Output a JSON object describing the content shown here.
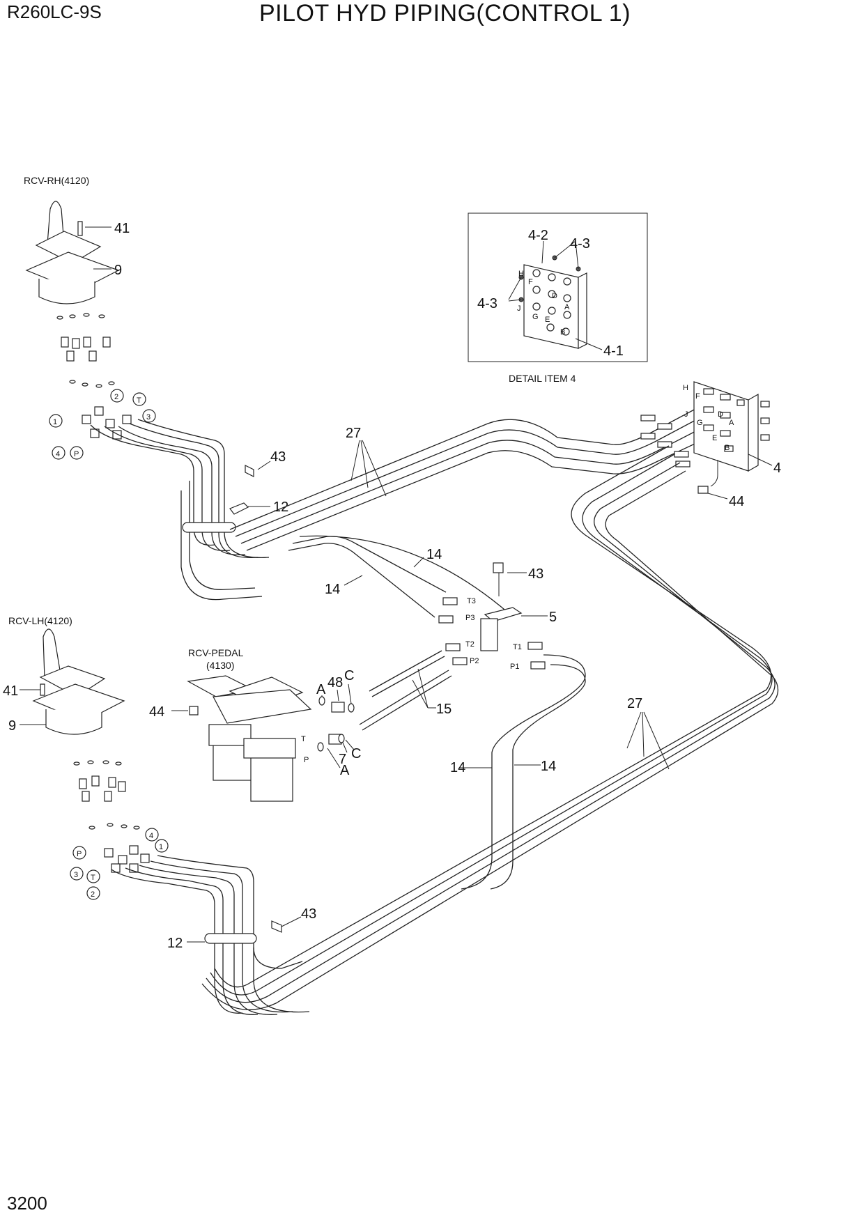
{
  "header": {
    "model": "R260LC-9S",
    "title": "PILOT HYD PIPING(CONTROL 1)"
  },
  "footer": {
    "page_number": "3200"
  },
  "groups": {
    "rcv_rh": "RCV-RH(4120)",
    "rcv_lh": "RCV-LH(4120)",
    "rcv_pedal": "RCV-PEDAL",
    "rcv_pedal_code": "(4130)",
    "detail_caption": "DETAIL ITEM 4"
  },
  "callouts": {
    "c41": "41",
    "c9": "9",
    "c43": "43",
    "c12": "12",
    "c27": "27",
    "c14": "14",
    "c5": "5",
    "c4": "4",
    "c44": "44",
    "c15": "15",
    "c48": "48",
    "c7": "7",
    "cA": "A",
    "cC": "C",
    "c4_1": "4-1",
    "c4_2": "4-2",
    "c4_3": "4-3"
  },
  "ports": {
    "H": "H",
    "F": "F",
    "J": "J",
    "G": "G",
    "E": "E",
    "D": "D",
    "A": "A",
    "B": "B",
    "T1": "T1",
    "T2": "T2",
    "T3": "T3",
    "P1": "P1",
    "P2": "P2",
    "P3": "P3",
    "T": "T",
    "P": "P"
  },
  "circled": {
    "n1": "1",
    "n2": "2",
    "n3": "3",
    "n4": "4",
    "nP": "P",
    "nT": "T"
  }
}
